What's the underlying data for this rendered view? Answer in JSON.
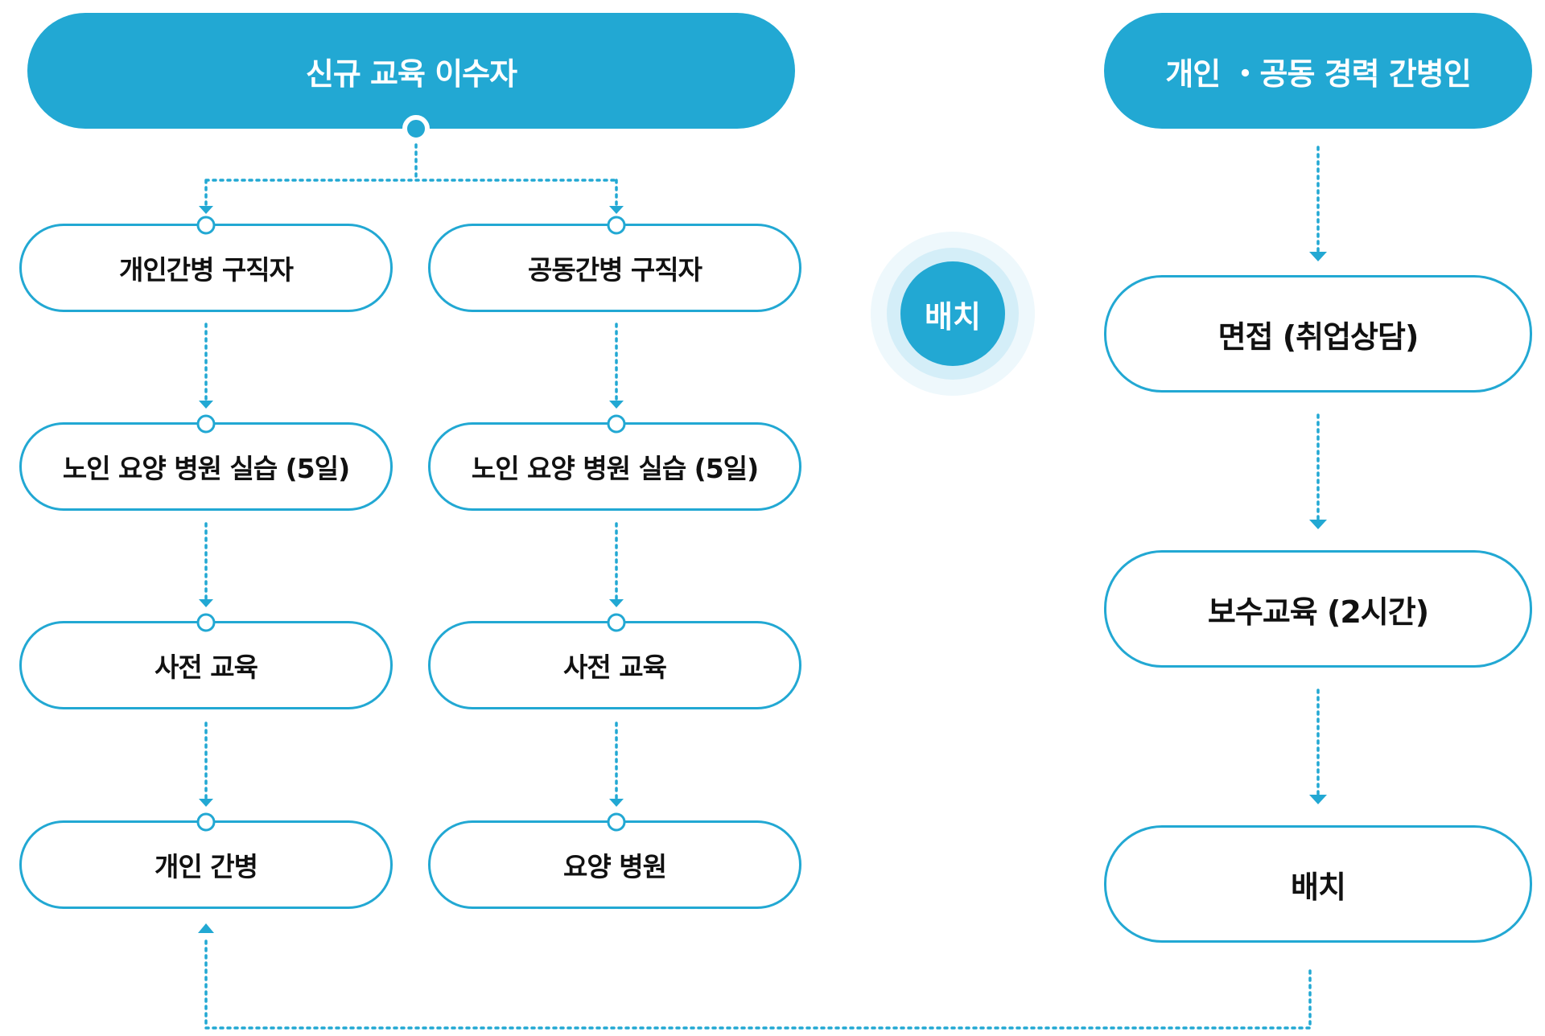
{
  "colors": {
    "accent": "#22a8d3",
    "badge_ring_outer": "#eef8fc",
    "badge_ring_inner": "#d4eef8"
  },
  "left_flow": {
    "header": "신규 교육 이수자",
    "branch_personal": [
      "개인간병 구직자",
      "노인 요양 병원 실습 (5일)",
      "사전 교육",
      "개인 간병"
    ],
    "branch_joint": [
      "공동간병 구직자",
      "노인 요양 병원 실습 (5일)",
      "사전 교육",
      "요양 병원"
    ]
  },
  "center_badge": "배치",
  "right_flow": {
    "header": "개인 ・공동 경력 간병인",
    "steps": [
      "면접 (취업상담)",
      "보수교육 (2시간)",
      "배치"
    ]
  }
}
